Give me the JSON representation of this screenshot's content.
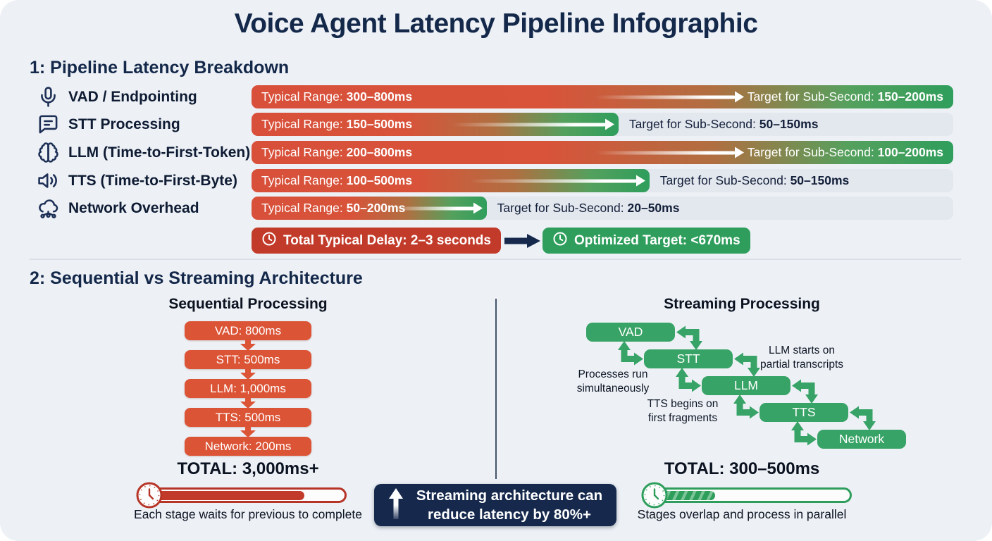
{
  "page": {
    "title": "Voice Agent Latency Pipeline Infographic"
  },
  "colors": {
    "gradient_red": "#d8503a",
    "gradient_green": "#2f9e5c",
    "track_gray": "#e3e7ee",
    "badge_red": "#c23b2a",
    "badge_green": "#2f9e5c",
    "sequential_orange": "#dc5436",
    "streaming_green": "#38a366",
    "navy": "#16294d"
  },
  "section1": {
    "heading": "1: Pipeline Latency Breakdown",
    "rows": [
      {
        "icon": "microphone-icon",
        "label": "VAD / Endpointing",
        "range_label": "Typical Range:",
        "range_value": "300–800ms",
        "target_label": "Target for Sub-Second:",
        "target_value": "150–200ms"
      },
      {
        "icon": "chat-bubble-icon",
        "label": "STT Processing",
        "range_label": "Typical Range:",
        "range_value": "150–500ms",
        "target_label": "Target for Sub-Second:",
        "target_value": "50–150ms"
      },
      {
        "icon": "brain-icon",
        "label": "LLM (Time-to-First-Token)",
        "range_label": "Typical Range:",
        "range_value": "200–800ms",
        "target_label": "Target for Sub-Second:",
        "target_value": "100–200ms"
      },
      {
        "icon": "speaker-icon",
        "label": "TTS (Time-to-First-Byte)",
        "range_label": "Typical Range:",
        "range_value": "100–500ms",
        "target_label": "Target for Sub-Second:",
        "target_value": "50–150ms"
      },
      {
        "icon": "cloud-network-icon",
        "label": "Network Overhead",
        "range_label": "Typical Range:",
        "range_value": "50–200ms",
        "target_label": "Target for Sub-Second:",
        "target_value": "20–50ms"
      }
    ],
    "total_badge": {
      "label": "Total Typical Delay:",
      "value": "2–3 seconds"
    },
    "optimized_badge": {
      "label": "Optimized Target:",
      "value": "<670ms"
    }
  },
  "section2": {
    "heading": "2: Sequential vs Streaming Architecture",
    "sequential": {
      "title": "Sequential Processing",
      "stages": [
        "VAD: 800ms",
        "STT: 500ms",
        "LLM: 1,000ms",
        "TTS: 500ms",
        "Network: 200ms"
      ],
      "total": "TOTAL: 3,000ms+",
      "progress_pct": 75,
      "caption": "Each stage waits for previous to complete"
    },
    "callout": {
      "line1": "Streaming architecture can",
      "line2": "reduce latency by 80%+"
    },
    "streaming": {
      "title": "Streaming Processing",
      "stages": [
        "VAD",
        "STT",
        "LLM",
        "TTS",
        "Network"
      ],
      "annotations": [
        {
          "lines": [
            "Processes run",
            "simultaneously"
          ]
        },
        {
          "lines": [
            "LLM starts on",
            "partial transcripts"
          ]
        },
        {
          "lines": [
            "TTS begins on",
            "first fragments"
          ]
        }
      ],
      "total": "TOTAL: 300–500ms",
      "progress_pct": 30,
      "caption": "Stages overlap and process in parallel"
    }
  }
}
